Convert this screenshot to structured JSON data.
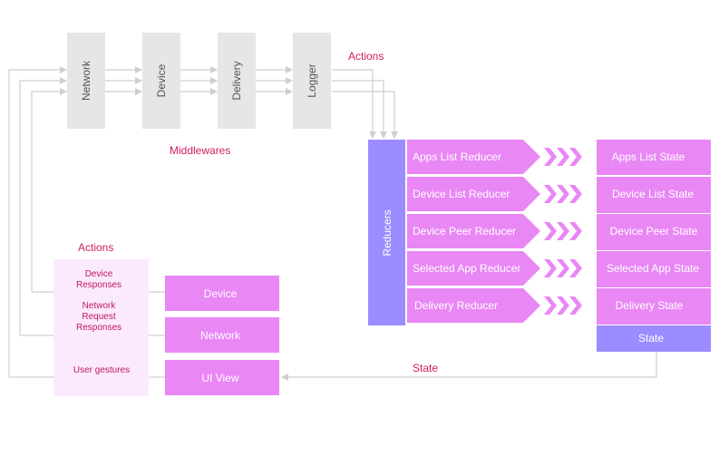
{
  "middleware": {
    "boxes": [
      "Network",
      "Device",
      "Delivery",
      "Logger"
    ],
    "label": "Middlewares",
    "actions_label": "Actions"
  },
  "reducers": {
    "bar_label": "Reducers",
    "items": [
      "Apps List Reducer",
      "Device List Reducer",
      "Device Peer  Reducer",
      "Selected App  Reducer",
      "Delivery  Reducer"
    ]
  },
  "state": {
    "items": [
      "Apps List State",
      "Device List State",
      "Device Peer  State",
      "Selected App State",
      "Delivery  State"
    ],
    "footer_label": "State",
    "arrow_label": "State"
  },
  "sources": {
    "actions_label": "Actions",
    "items": [
      {
        "lines": [
          "Device",
          "Responses"
        ],
        "box": "Device"
      },
      {
        "lines": [
          "Network",
          "Request",
          "Responses"
        ],
        "box": "Network"
      },
      {
        "lines": [
          "User gestures"
        ],
        "box": "UI View"
      }
    ]
  },
  "colors": {
    "middleware_box": "#e6e6e6",
    "reducer_bar": "#9b8cff",
    "reducer_item": "#e987f5",
    "state_item": "#e987f5",
    "state_footer": "#9b8cff",
    "source_bg": "#fbeafd",
    "label_magenta": "#d01c63",
    "arrow": "#cfcfcf"
  }
}
